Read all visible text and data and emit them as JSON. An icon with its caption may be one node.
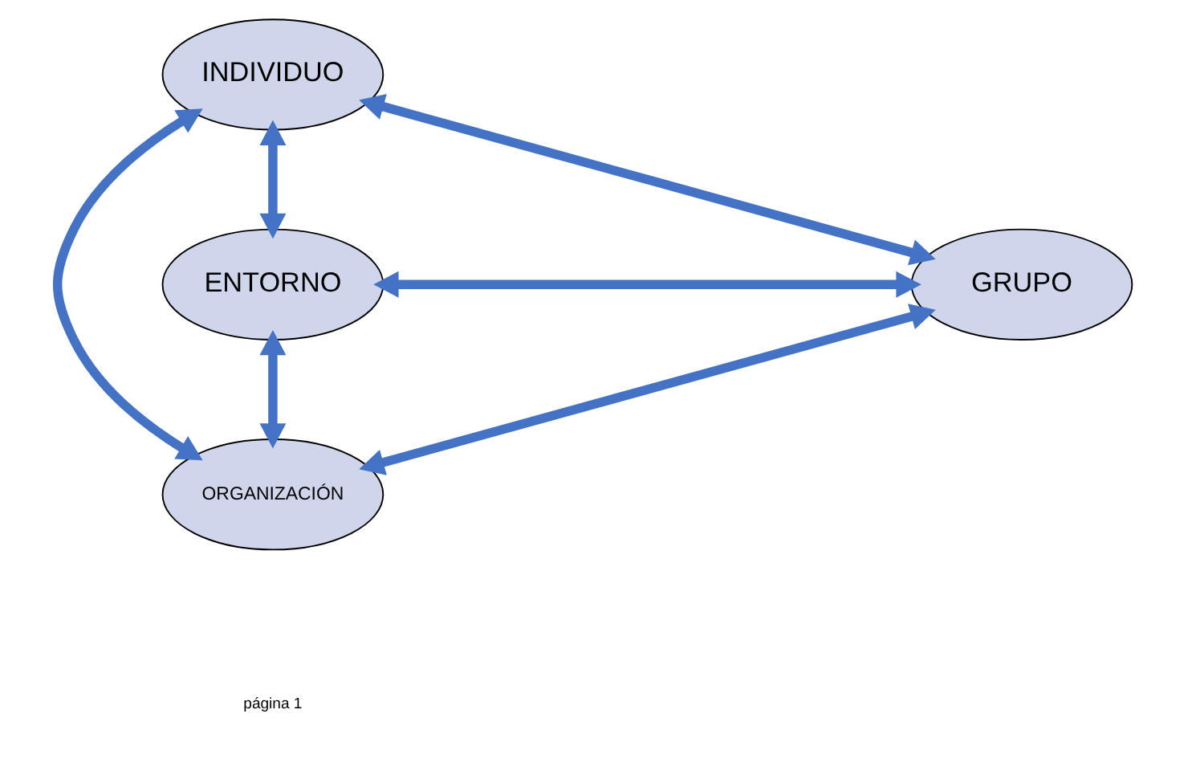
{
  "diagram": {
    "nodes": [
      {
        "text": [
          "INDIVIDUO"
        ]
      },
      {
        "text": [
          "ENTORNO"
        ]
      },
      {
        "text": [
          "GRUPO"
        ]
      },
      {
        "text": [
          "ORGANIZACIÓN"
        ]
      }
    ],
    "edges": [
      {
        "from": 1,
        "to": 0,
        "arrow": "both"
      },
      {
        "from": 0,
        "to": 2,
        "arrow": "both"
      },
      {
        "from": 1,
        "to": 2,
        "arrow": "both"
      },
      {
        "from": 0,
        "to": 3,
        "arrow": "both"
      },
      {
        "from": 1,
        "to": 3,
        "arrow": "both"
      },
      {
        "from": 2,
        "to": 3,
        "arrow": "both"
      }
    ],
    "labels": [
      "página 1"
    ]
  }
}
